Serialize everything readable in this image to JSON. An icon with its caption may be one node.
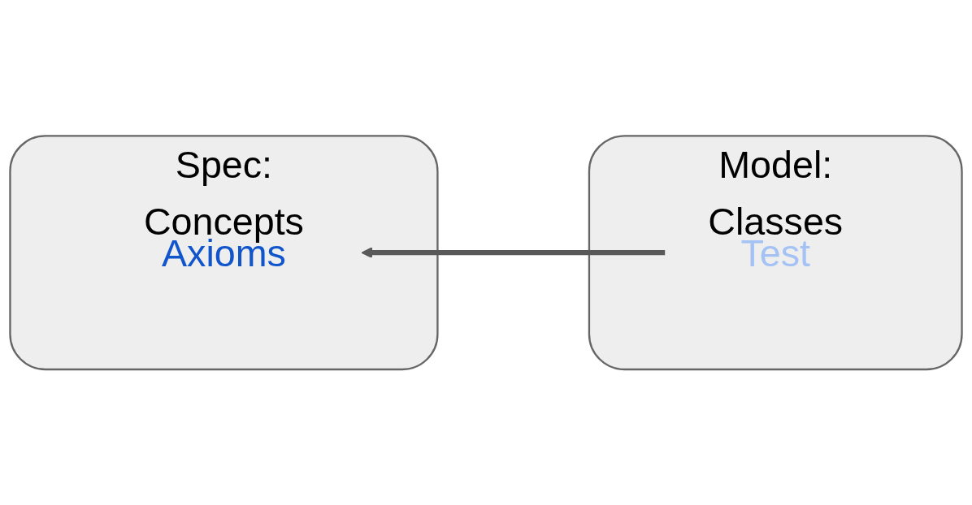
{
  "diagram": {
    "nodes": [
      {
        "text": [
          "Spec:",
          "Concepts"
        ]
      },
      {
        "text": [
          "Axioms"
        ],
        "in": 0
      },
      {
        "text": [
          "Model:",
          "Classes"
        ]
      },
      {
        "text": [
          "Test"
        ],
        "in": 2
      }
    ],
    "edges": [
      {
        "from": 3,
        "to": 1,
        "arrow": "to"
      }
    ]
  }
}
